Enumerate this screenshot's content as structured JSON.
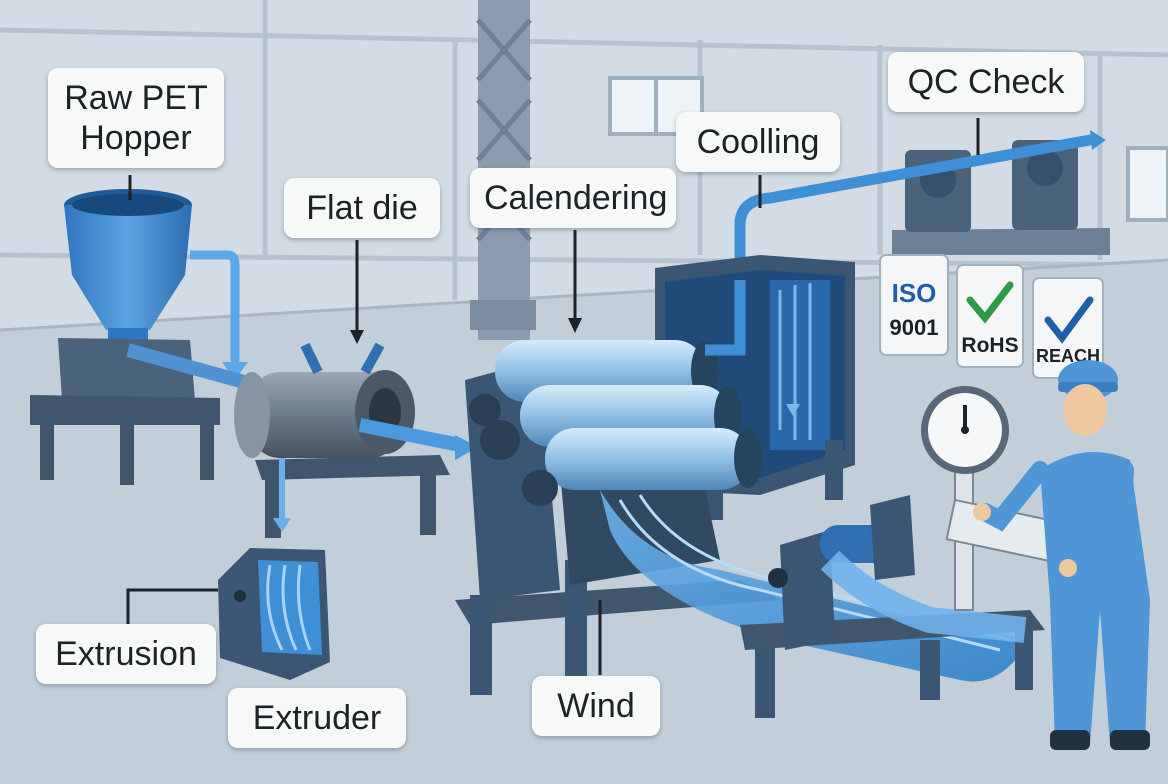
{
  "labels": {
    "hopper_line1": "Raw PET",
    "hopper_line2": "Hopper",
    "flat_die": "Flat die",
    "calendering": "Calendering",
    "cooling": "Coolling",
    "qc_check": "QC Check",
    "extrusion": "Extrusion",
    "extruder": "Extruder",
    "wind": "Wind"
  },
  "certifications": {
    "iso_line1": "ISO",
    "iso_line2": "9001",
    "rohs": "RoHS",
    "reach": "REACH"
  },
  "colors": {
    "steel_dark": "#3f5a74",
    "steel_mid": "#5f7c97",
    "film_blue": "#3f8fd6",
    "roller_light": "#a9cdea",
    "wall": "#d6dee5",
    "floor": "#bac7d2",
    "worker_blue": "#4e96d6"
  }
}
